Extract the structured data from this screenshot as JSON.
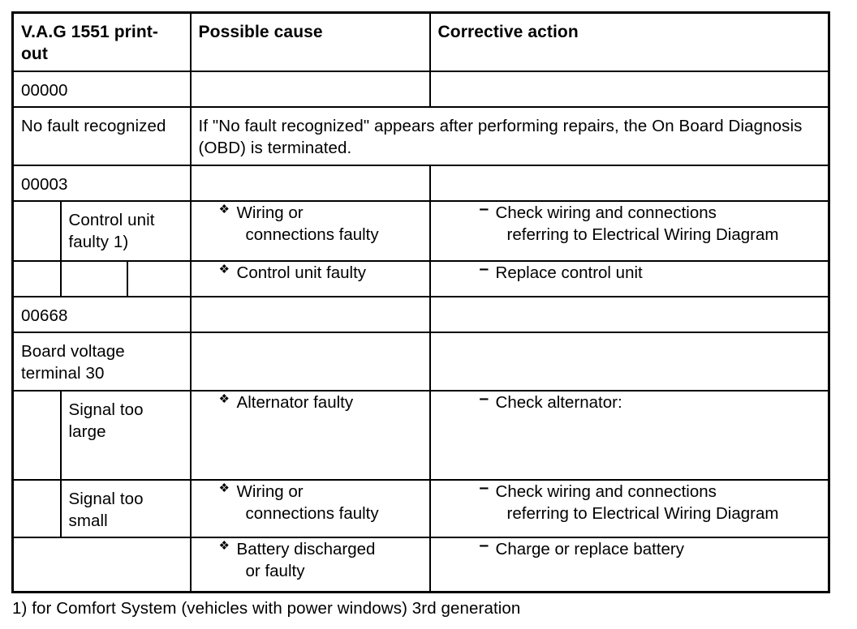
{
  "document": {
    "type": "fault-code-table",
    "footnote": "1) for Comfort System (vehicles with power windows) 3rd generation"
  },
  "symbols": {
    "bullet": "❖",
    "dash": "–"
  },
  "table": {
    "headers": {
      "printout": "V.A.G 1551 print-out",
      "cause": "Possible cause",
      "action": "Corrective action"
    },
    "rows": [
      {
        "id": "code-00000",
        "kind": "code",
        "printout": "00000",
        "cause": "",
        "action": ""
      },
      {
        "id": "no-fault-recognized",
        "kind": "description-span",
        "printout": "No fault recognized",
        "span_text": "If \"No fault recognized\" appears after performing repairs, the On Board Diagnosis (OBD) is terminated."
      },
      {
        "id": "code-00003",
        "kind": "code",
        "printout": "00003",
        "cause": "",
        "action": ""
      },
      {
        "id": "control-unit-faulty",
        "kind": "sub",
        "sub_label": "Control unit faulty 1)",
        "cause_bullet_line1": "Wiring or",
        "cause_bullet_line2": "connections faulty",
        "action_dash_line1": "Check wiring and connections",
        "action_dash_line2": "referring to Electrical Wiring Diagram"
      },
      {
        "id": "control-unit-faulty-2",
        "kind": "sub-extra",
        "sub_label": "",
        "cause_bullet_line1": "Control unit faulty",
        "cause_bullet_line2": "",
        "action_dash_line1": "Replace control unit",
        "action_dash_line2": ""
      },
      {
        "id": "code-00668",
        "kind": "code",
        "printout": "00668",
        "cause": "",
        "action": ""
      },
      {
        "id": "board-voltage",
        "kind": "description",
        "printout": "Board voltage terminal 30",
        "cause": "",
        "action": ""
      },
      {
        "id": "signal-too-large",
        "kind": "sub",
        "sub_label": "Signal too large",
        "cause_bullet_line1": "Alternator faulty",
        "cause_bullet_line2": "",
        "action_dash_line1": "Check alternator:",
        "action_dash_line2": ""
      },
      {
        "id": "signal-too-small",
        "kind": "sub",
        "sub_label": "Signal too small",
        "cause_bullet_line1": "Wiring or",
        "cause_bullet_line2": "connections faulty",
        "action_dash_line1": "Check wiring and connections",
        "action_dash_line2": "referring to Electrical Wiring Diagram"
      },
      {
        "id": "battery-discharged",
        "kind": "sub-full",
        "sub_label": "",
        "cause_bullet_line1": "Battery discharged",
        "cause_bullet_line2": "or faulty",
        "action_dash_line1": "Charge or replace battery",
        "action_dash_line2": ""
      }
    ]
  }
}
